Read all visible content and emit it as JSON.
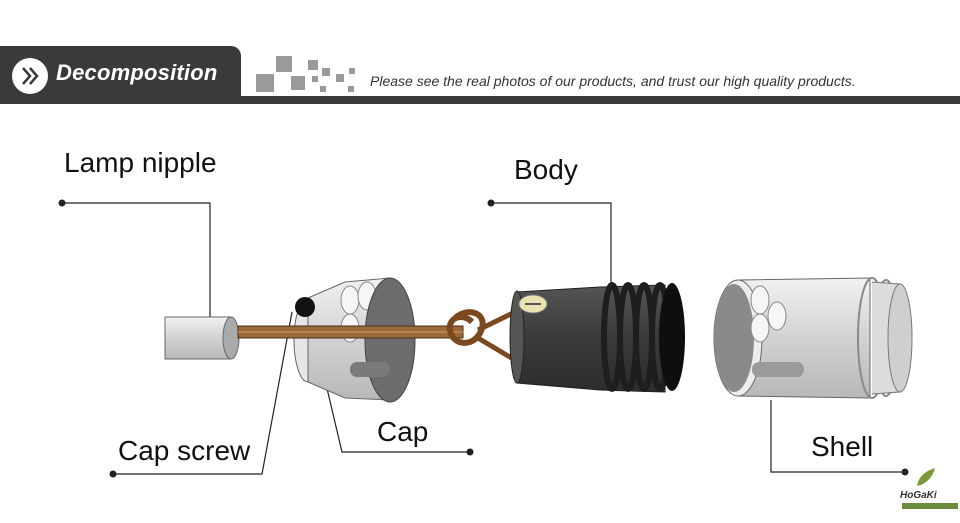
{
  "header": {
    "tab_title": "Decomposition",
    "tagline": "Please see the real photos of our products, and trust our high quality products."
  },
  "parts": {
    "lamp_nipple": "Lamp nipple",
    "body": "Body",
    "cap_screw": "Cap screw",
    "cap": "Cap",
    "shell": "Shell"
  },
  "logo": {
    "brand": "HoGaKi"
  },
  "colors": {
    "header": "#3a3a3a",
    "cord": "#9a6a3a",
    "body": "#3d3d3d",
    "metal": "#d6d6d6"
  }
}
